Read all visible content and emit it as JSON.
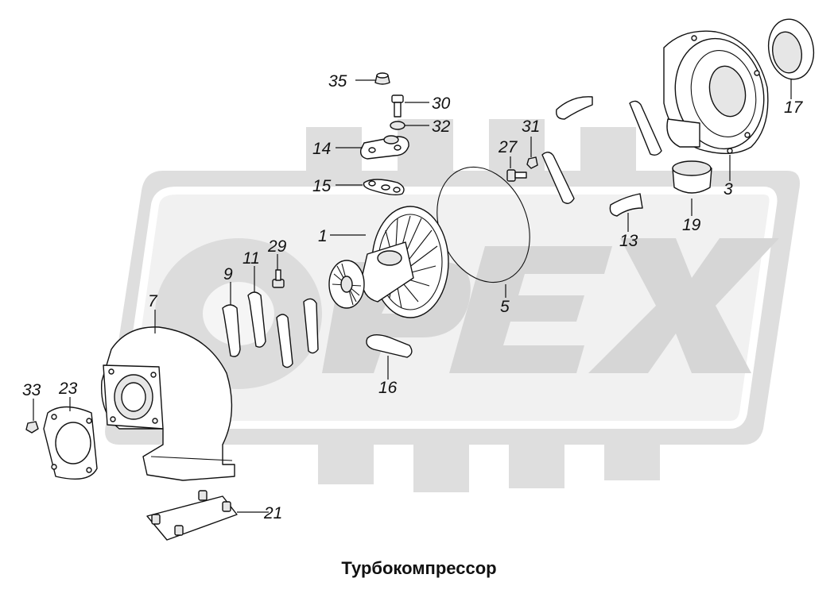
{
  "title": "Турбокомпрессор",
  "watermark": {
    "text": "OPEX",
    "color": "#d9d9d9",
    "outline_color": "#c8c8c8"
  },
  "callouts": {
    "n35": "35",
    "n30": "30",
    "n32": "32",
    "n14": "14",
    "n15": "15",
    "n1": "1",
    "n29": "29",
    "n11": "11",
    "n9": "9",
    "n7": "7",
    "n33": "33",
    "n23": "23",
    "n21": "21",
    "n16": "16",
    "n5": "5",
    "n27": "27",
    "n31": "31",
    "n13": "13",
    "n19": "19",
    "n3": "3",
    "n17": "17"
  },
  "icons": {
    "parts": [
      "turbo-cartridge",
      "turbine-housing",
      "compressor-housing",
      "gasket",
      "o-ring",
      "clamp-plate",
      "bolt",
      "nut",
      "washer",
      "oil-flange",
      "cap"
    ]
  }
}
